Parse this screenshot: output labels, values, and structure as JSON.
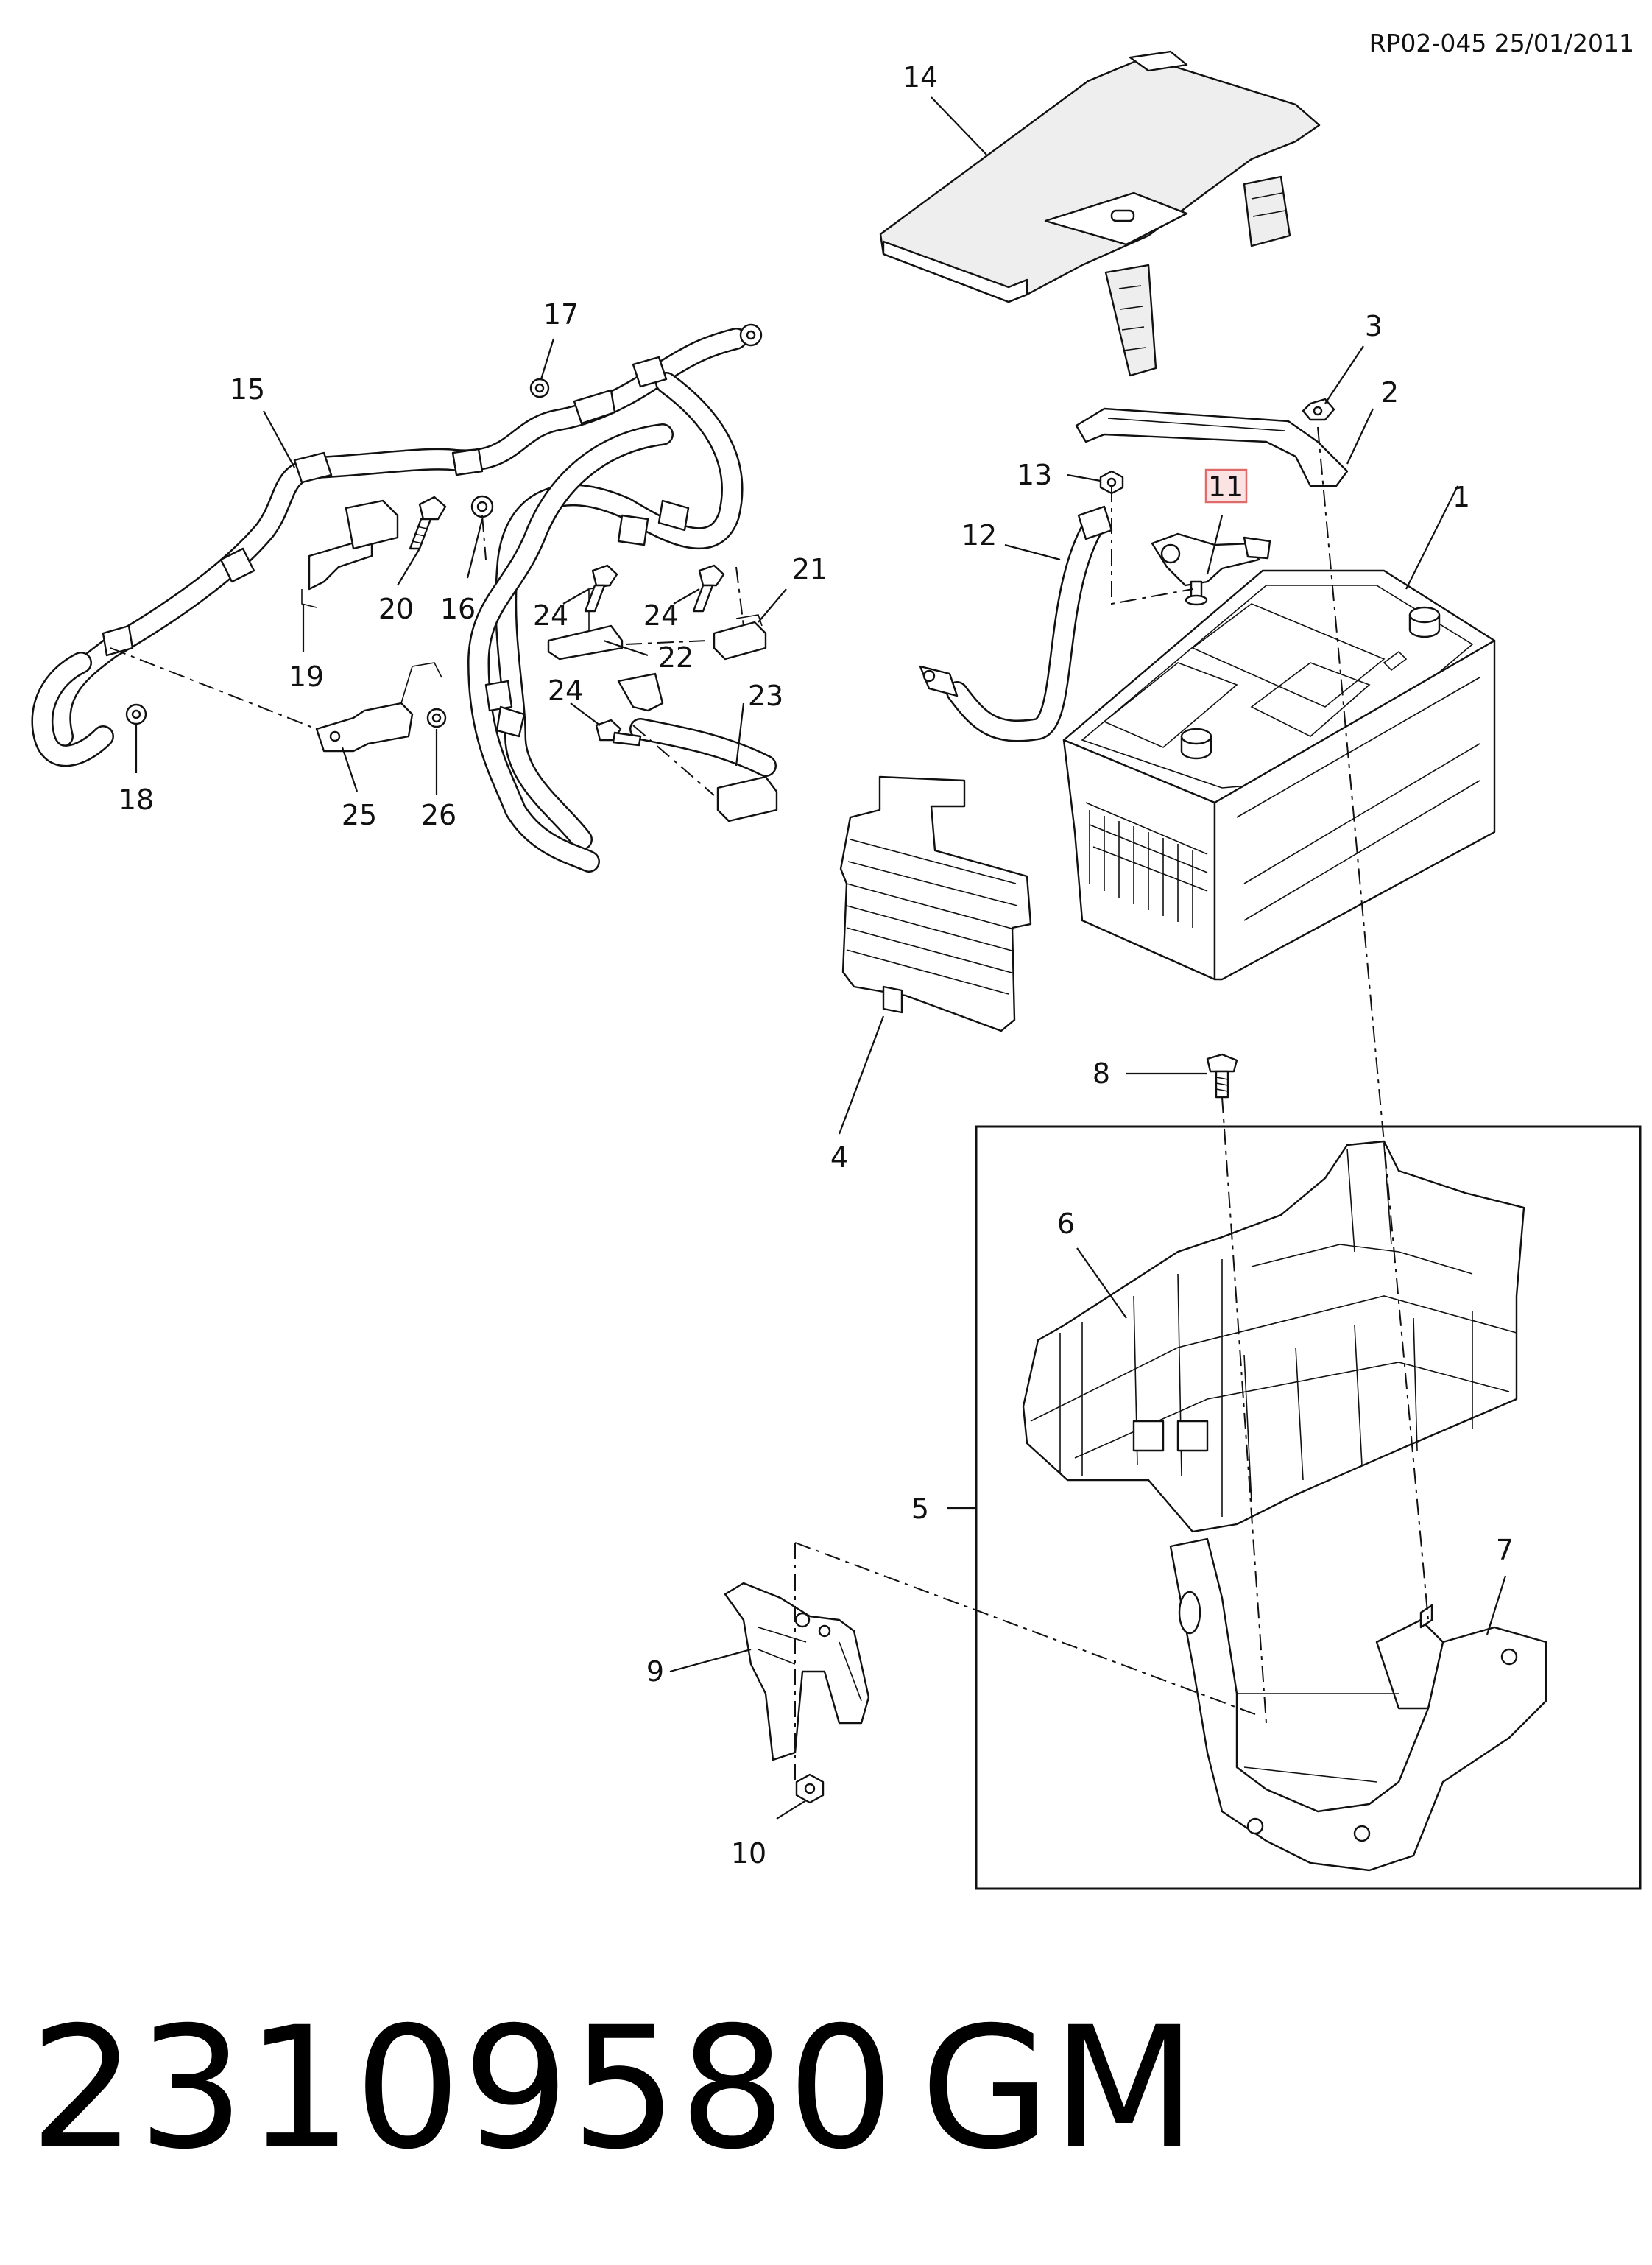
{
  "header": {
    "reference": "RP02-045 25/01/2011"
  },
  "callouts": {
    "c1": "1",
    "c2": "2",
    "c3": "3",
    "c4": "4",
    "c5": "5",
    "c6": "6",
    "c7": "7",
    "c8": "8",
    "c9": "9",
    "c10": "10",
    "c11": "11",
    "c12": "12",
    "c13": "13",
    "c14": "14",
    "c15": "15",
    "c16": "16",
    "c17": "17",
    "c18": "18",
    "c19": "19",
    "c20": "20",
    "c21": "21",
    "c22": "22",
    "c23": "23",
    "c24a": "24",
    "c24b": "24",
    "c24c": "24",
    "c25": "25",
    "c26": "26"
  },
  "highlight": {
    "callout": "11",
    "color": "#e06b6b",
    "fill": "#fbe3e3"
  },
  "footer": {
    "part_number": "23109580",
    "brand": "GM"
  }
}
